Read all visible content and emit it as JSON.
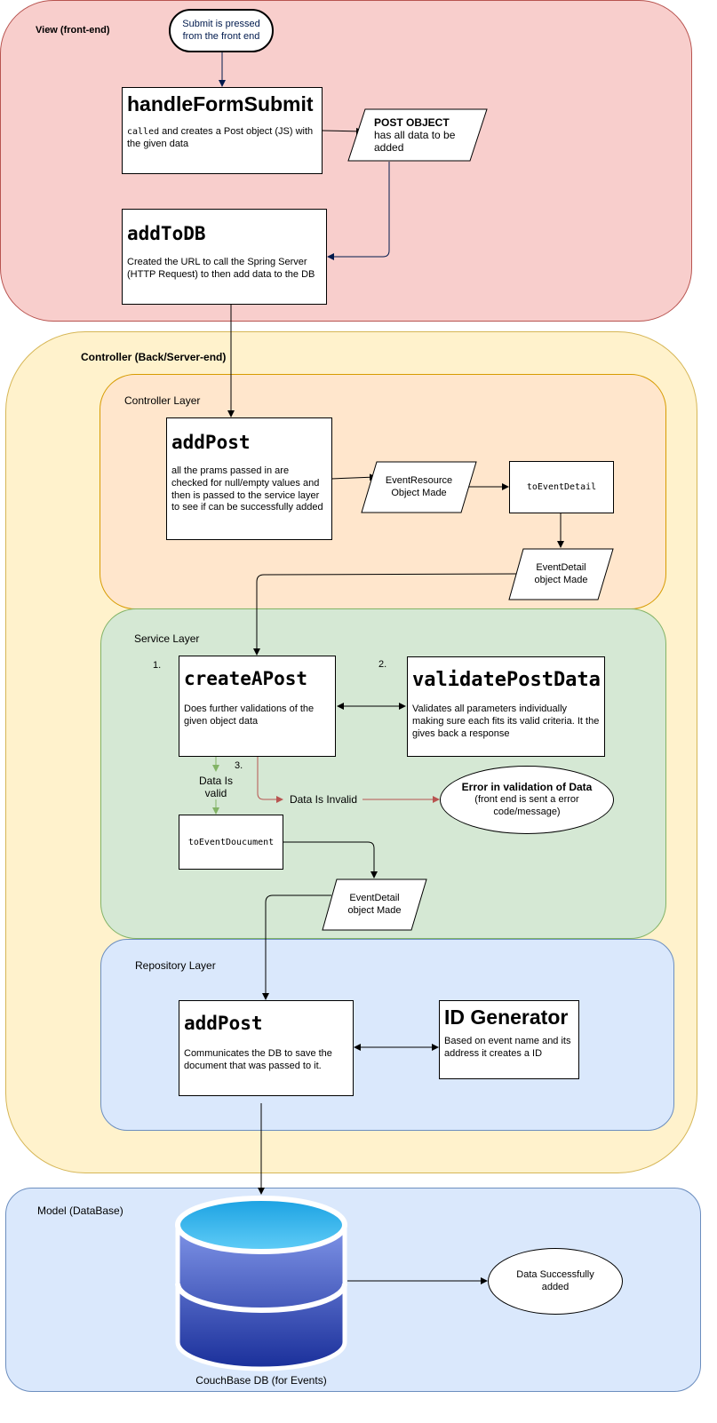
{
  "regions": {
    "view": "View (front-end)",
    "controller": "Controller (Back/Server-end)",
    "controller_layer": "Controller Layer",
    "service_layer": "Service Layer",
    "repository_layer": "Repository Layer",
    "model": "Model (DataBase)"
  },
  "nodes": {
    "submit_start": "Submit is pressed from the front end",
    "handle_form_submit": {
      "title": "handleFormSubmit",
      "desc_code": "called",
      "desc": " and creates a Post object (JS) with the given data"
    },
    "post_object": {
      "title": "POST OBJECT",
      "desc": "has all data to be added"
    },
    "add_to_db": {
      "title": "addToDB",
      "desc": "Created the URL to call the Spring Server (HTTP Request) to then add data to the DB"
    },
    "add_post_controller": {
      "title": "addPost",
      "desc": "all the prams passed in are checked for null/empty values and then is passed to the service layer to see if can be successfully added"
    },
    "event_resource": "EventResource Object Made",
    "to_event_detail": "toEventDetail",
    "event_detail_1": "EventDetail object Made",
    "create_a_post": {
      "step": "1.",
      "title": "createAPost",
      "desc": "Does further validations of the given object data"
    },
    "validate_post_data": {
      "step": "2.",
      "title": "validatePostData",
      "desc": "Validates all parameters individually making sure each fits its valid criteria. It the gives back a response"
    },
    "step3": "3.",
    "data_valid": "Data Is valid",
    "data_invalid": "Data Is Invalid",
    "error_validation": {
      "title": "Error in validation of Data",
      "desc": "(front end is sent a error code/message)"
    },
    "to_event_document": "toEventDoucument",
    "event_detail_2": "EventDetail object Made",
    "add_post_repo": {
      "title": "addPost",
      "desc": "Communicates the DB to save the document that was passed to it."
    },
    "id_generator": {
      "title": "ID Generator",
      "desc": "Based on event name and its address it creates a ID"
    },
    "couchbase": "CouchBase DB (for Events)",
    "data_success": "Data Successfully added"
  },
  "colors": {
    "view_fill": "#f8cecc",
    "view_stroke": "#b85450",
    "controller_fill": "#fff2cc",
    "controller_stroke": "#d6b656",
    "controller_layer_fill": "#ffe6cc",
    "controller_layer_stroke": "#d79b00",
    "service_fill": "#d5e8d4",
    "service_stroke": "#82b366",
    "repo_fill": "#dae8fc",
    "repo_stroke": "#6c8ebf",
    "edge_default": "#000000",
    "edge_blue": "#001a4d",
    "edge_green": "#82b366",
    "edge_red": "#b85450",
    "db_top": "#1ba1e2",
    "db_body": "#1a2f9a"
  }
}
